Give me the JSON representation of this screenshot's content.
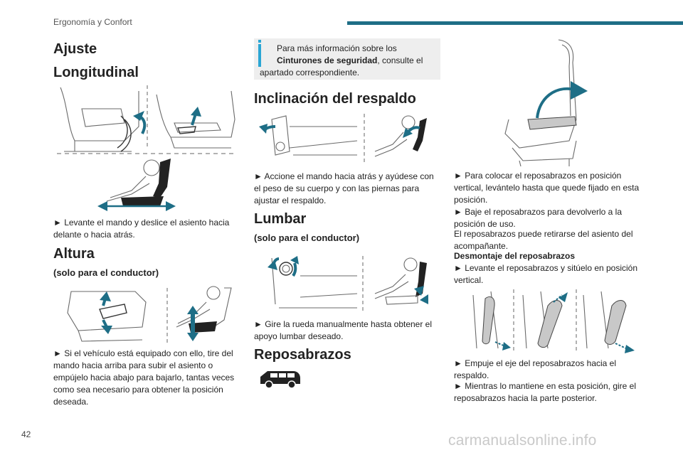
{
  "header": {
    "section": "Ergonomía y Confort"
  },
  "page_number": "42",
  "watermark": "carmanualsonline.info",
  "col1": {
    "title_ajuste": "Ajuste",
    "title_longitudinal": "Longitudinal",
    "longitudinal_text": "► Levante el mando y deslice el asiento hacia delante o hacia atrás.",
    "title_altura": "Altura",
    "altura_sub": "(solo para el conductor)",
    "altura_text": "► Si el vehículo está equipado con ello, tire del mando hacia arriba para subir el asiento o empújelo hacia abajo para bajarlo, tantas veces como sea necesario para obtener la posición deseada."
  },
  "col2": {
    "info_line1": "Para más información sobre los",
    "info_bold": "Cinturones de seguridad",
    "info_line2": ", consulte el",
    "info_line3": "apartado correspondiente.",
    "title_inclinacion": "Inclinación del respaldo",
    "inclinacion_text": "► Accione el mando hacia atrás y ayúdese con el peso de su cuerpo y con las piernas para ajustar el respaldo.",
    "title_lumbar": "Lumbar",
    "lumbar_sub": "(solo para el conductor)",
    "lumbar_text": "► Gire la rueda manualmente hasta obtener el apoyo lumbar deseado.",
    "title_reposabrazos": "Reposabrazos"
  },
  "col3": {
    "text1": "► Para colocar el reposabrazos en posición vertical, levántelo hasta que quede fijado en esta posición.",
    "text2": "► Baje el reposabrazos para devolverlo a la posición de uso.",
    "text3": "El reposabrazos puede retirarse del asiento del acompañante.",
    "desmontaje_title": "Desmontaje del reposabrazos",
    "text4": "► Levante el reposabrazos y sitúelo en posición vertical.",
    "text5": "► Empuje el eje del reposabrazos hacia el respaldo.",
    "text6": "► Mientras lo mantiene en esta posición, gire el reposabrazos hacia la parte posterior."
  },
  "icons": [
    "info-icon",
    "van-icon"
  ],
  "colors": {
    "accent": "#1e6e86",
    "info": "#2aa6d4",
    "infobox_bg": "#eeeeee"
  }
}
